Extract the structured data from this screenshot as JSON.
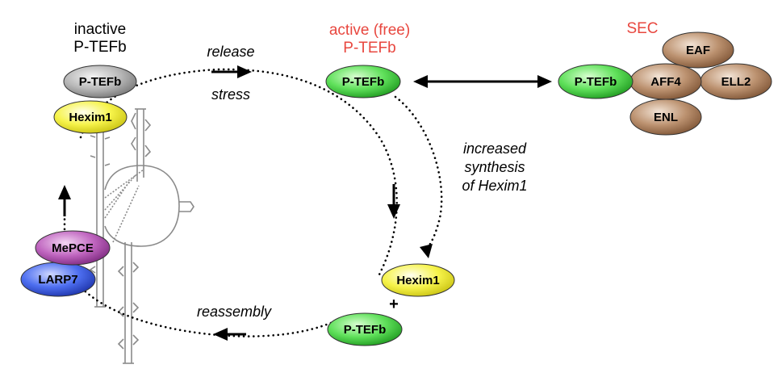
{
  "labels": {
    "inactive_line1": "inactive",
    "inactive_line2": "P-TEFb",
    "active_line1": "active (free)",
    "active_line2": "P-TEFb",
    "sec": "SEC",
    "release": "release",
    "stress": "stress",
    "increased_line1": "increased",
    "increased_line2": "synthesis",
    "increased_line3": "of Hexim1",
    "reassembly": "reassembly",
    "plus": "+"
  },
  "proteins": {
    "inactive_ptefb": "P-TEFb",
    "hexim1_top": "Hexim1",
    "mepce": "MePCE",
    "larp7": "LARP7",
    "active_ptefb": "P-TEFb",
    "sec_ptefb": "P-TEFb",
    "eaf": "EAF",
    "aff4": "AFF4",
    "ell2": "ELL2",
    "enl": "ENL",
    "hexim1_bottom": "Hexim1",
    "bottom_ptefb": "P-TEFb"
  },
  "colors": {
    "red_label": "#e8473f",
    "green": "#3ecf3e",
    "yellow": "#f2f22a",
    "grey": "#a8a8a8",
    "purple": "#b04fb0",
    "blue": "#3b5be0",
    "brown": "#b58a66"
  }
}
